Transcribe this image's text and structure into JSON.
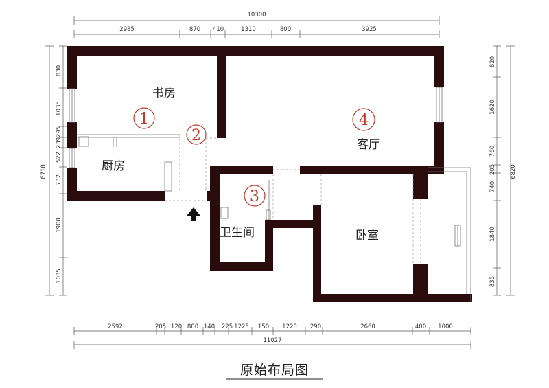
{
  "title": "原始布局图",
  "dimensions": {
    "top_total": "10300",
    "top_segments": [
      "2985",
      "870",
      "410",
      "1310",
      "800",
      "3925"
    ],
    "bottom_total": "11027",
    "bottom_segments": [
      "2592",
      "205",
      "120",
      "800",
      "140",
      "225",
      "1225",
      "150",
      "1220",
      "290",
      "2660",
      "400",
      "1000"
    ],
    "left_total": "6718",
    "left_segments": [
      "830",
      "1035",
      "295",
      "289",
      "522",
      "732",
      "1900",
      "1035"
    ],
    "right_total": "6820",
    "right_segments": [
      "820",
      "1620",
      "760",
      "205",
      "740",
      "1840",
      "835"
    ]
  },
  "rooms": {
    "study": {
      "label": "书房",
      "number": "1"
    },
    "passage": {
      "number": "2"
    },
    "kitchen": {
      "label": "厨房"
    },
    "bathroom": {
      "label": "卫生间",
      "number": "3"
    },
    "living": {
      "label": "客厅",
      "number": "4"
    },
    "bedroom": {
      "label": "卧室"
    }
  }
}
